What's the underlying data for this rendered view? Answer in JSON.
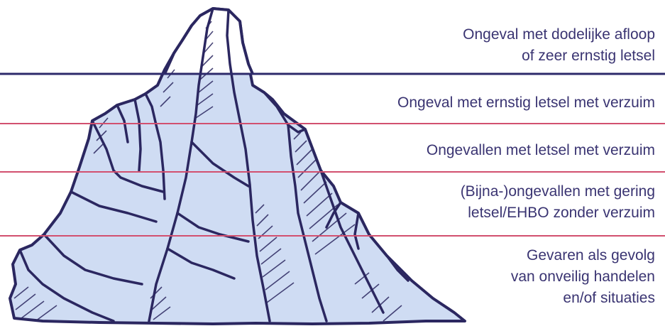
{
  "colors": {
    "top_line": "#2d2a6b",
    "level_lines": "#d2506f",
    "text": "#3a3472",
    "ice_fill": "#cfdcf3",
    "ice_outline": "#2b2760"
  },
  "levels": [
    {
      "lines": [
        "Ongeval met dodelijke afloop",
        "of zeer ernstig letsel"
      ]
    },
    {
      "lines": [
        "Ongeval met ernstig letsel met verzuim"
      ]
    },
    {
      "lines": [
        "Ongevallen met letsel met verzuim"
      ]
    },
    {
      "lines": [
        "(Bijna-)ongevallen met gering",
        "letsel/EHBO zonder verzuim"
      ]
    },
    {
      "lines": [
        "Gevaren als gevolg",
        "van onveilig handelen",
        "en/of situaties"
      ]
    }
  ]
}
